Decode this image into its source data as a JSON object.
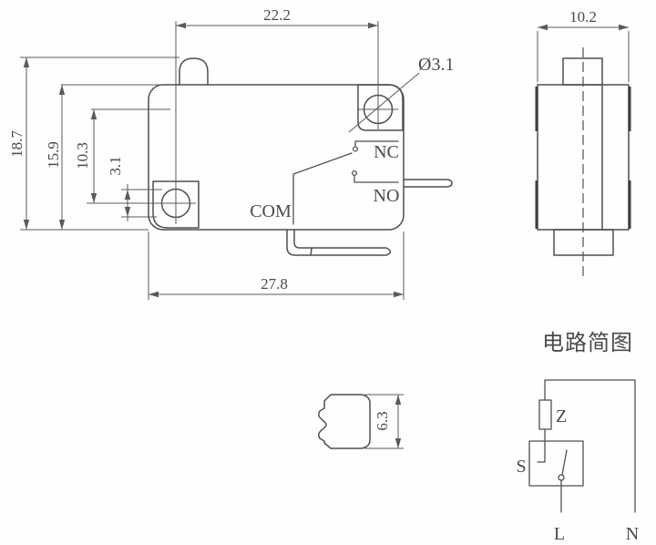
{
  "drawing": {
    "front": {
      "dims": {
        "w_top": "22.2",
        "h_total": "18.7",
        "h_body": "15.9",
        "hole_offset": "10.3",
        "hole_dia": "3.1",
        "w_bottom": "27.8",
        "hole_callout": "Ø3.1"
      },
      "labels": {
        "nc": "NC",
        "no": "NO",
        "com": "COM"
      }
    },
    "side": {
      "dim_w": "10.2"
    },
    "bottom": {
      "dim_h": "6.3"
    },
    "circuit": {
      "title": "电路简图",
      "load": "Z",
      "switch": "S",
      "line": "L",
      "neutral": "N"
    },
    "colors": {
      "line": "#4f4f4f",
      "background": "#fefefe"
    }
  }
}
